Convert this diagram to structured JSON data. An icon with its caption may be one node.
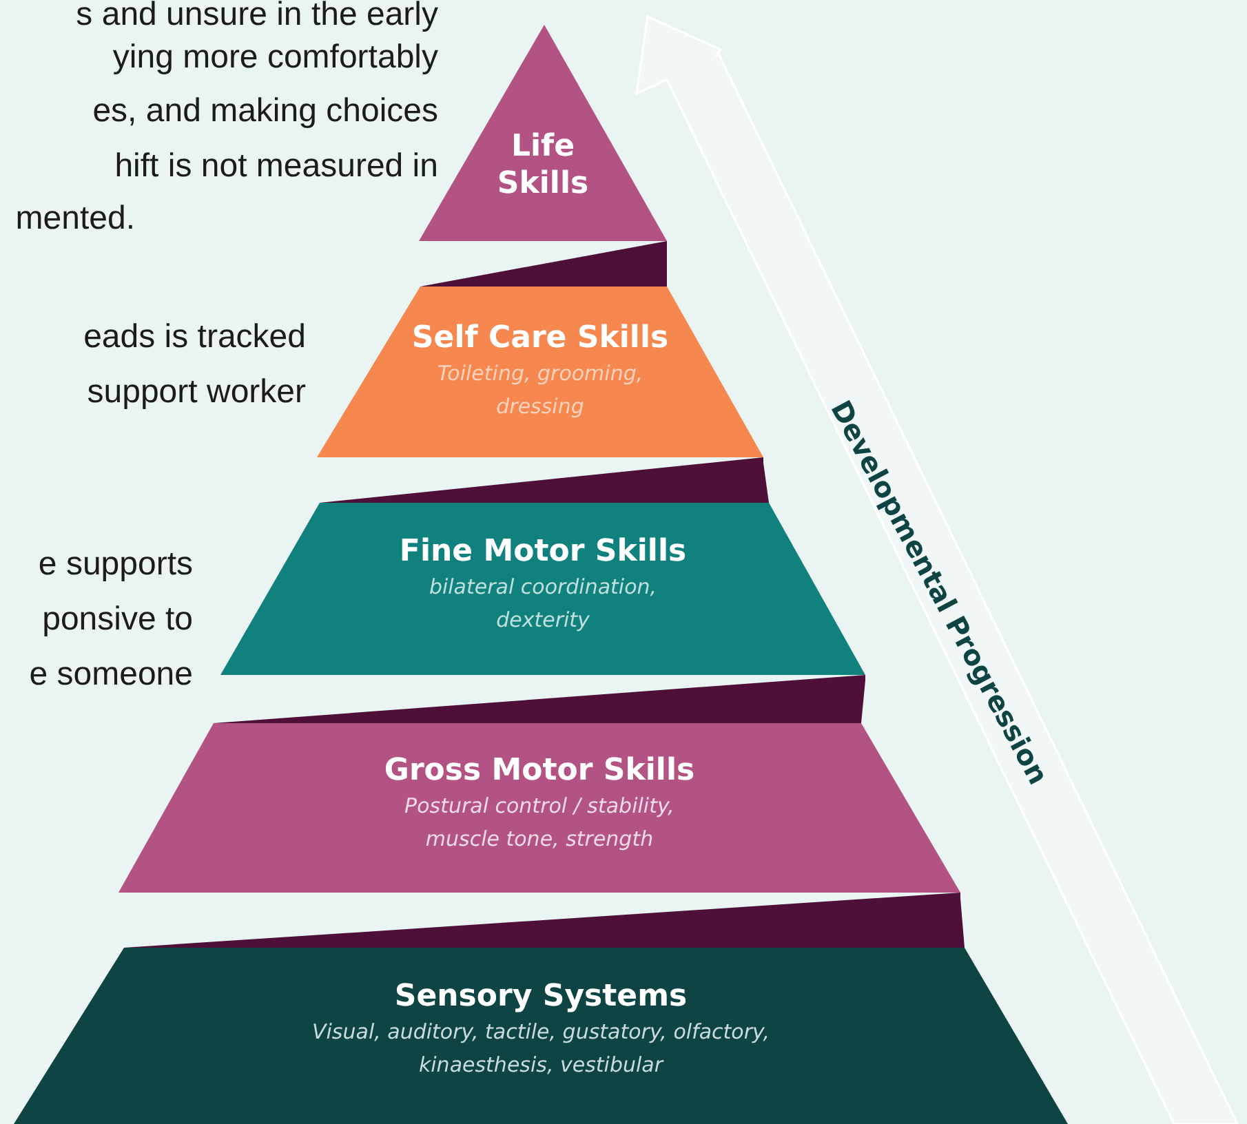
{
  "diagram": {
    "nodes": [
      {
        "text": [
          "Life Skills"
        ]
      },
      {
        "text": [
          "Self Care Skills",
          "Toileting, grooming, dressing"
        ]
      },
      {
        "text": [
          "Fine Motor Skills",
          "bilateral coordination, dexterity"
        ]
      },
      {
        "text": [
          "Gross Motor Skills",
          "Postural control / stability, muscle tone, strength"
        ]
      },
      {
        "text": [
          "Sensory Systems",
          "Visual, auditory, tactile, gustatory, olfactory, kinaesthesis, vestibular"
        ]
      }
    ],
    "labels": [
      "s and unsure in the early",
      "ying more comfortably",
      "es, and making choices",
      "hift is not measured in",
      "mented.",
      "eads is tracked",
      "support worker",
      "e supports",
      "ponsive to",
      "e someone",
      "Developmental Progression"
    ]
  }
}
